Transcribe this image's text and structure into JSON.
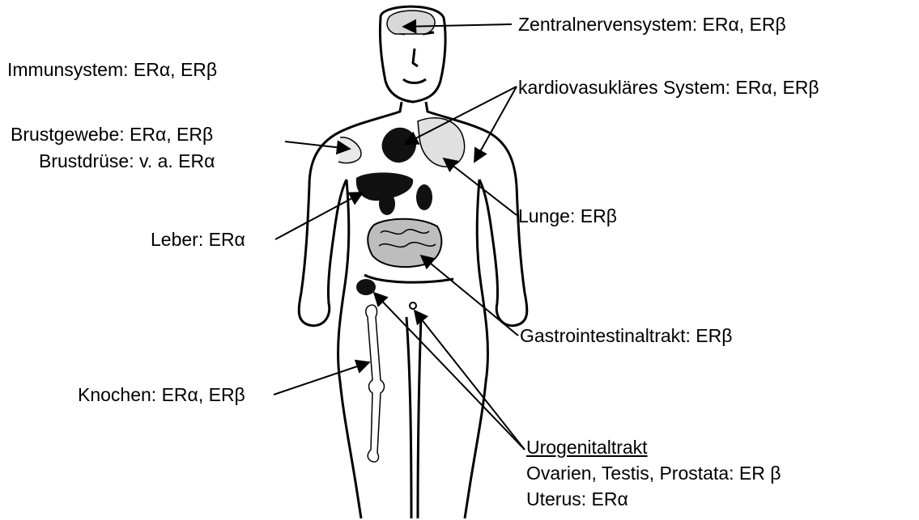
{
  "labels": {
    "zns": "Zentralnervensystem: ERα, ERβ",
    "immun": "Immunsystem: ERα,  ERβ",
    "kardio": "kardiovasukläres System: ERα, ERβ",
    "brustgewebe": "Brustgewebe: ERα, ERβ",
    "brustdruese": "Brustdrüse:  v. a. ERα",
    "lunge": "Lunge: ERβ",
    "leber": "Leber: ERα",
    "gastro": "Gastrointestinaltrakt: ERβ",
    "knochen": "Knochen: ERα, ERβ",
    "urogenital_title": "Urogenitaltrakt",
    "urogenital_line1": "Ovarien, Testis, Prostata: ER β",
    "urogenital_line2": "Uterus: ERα"
  }
}
